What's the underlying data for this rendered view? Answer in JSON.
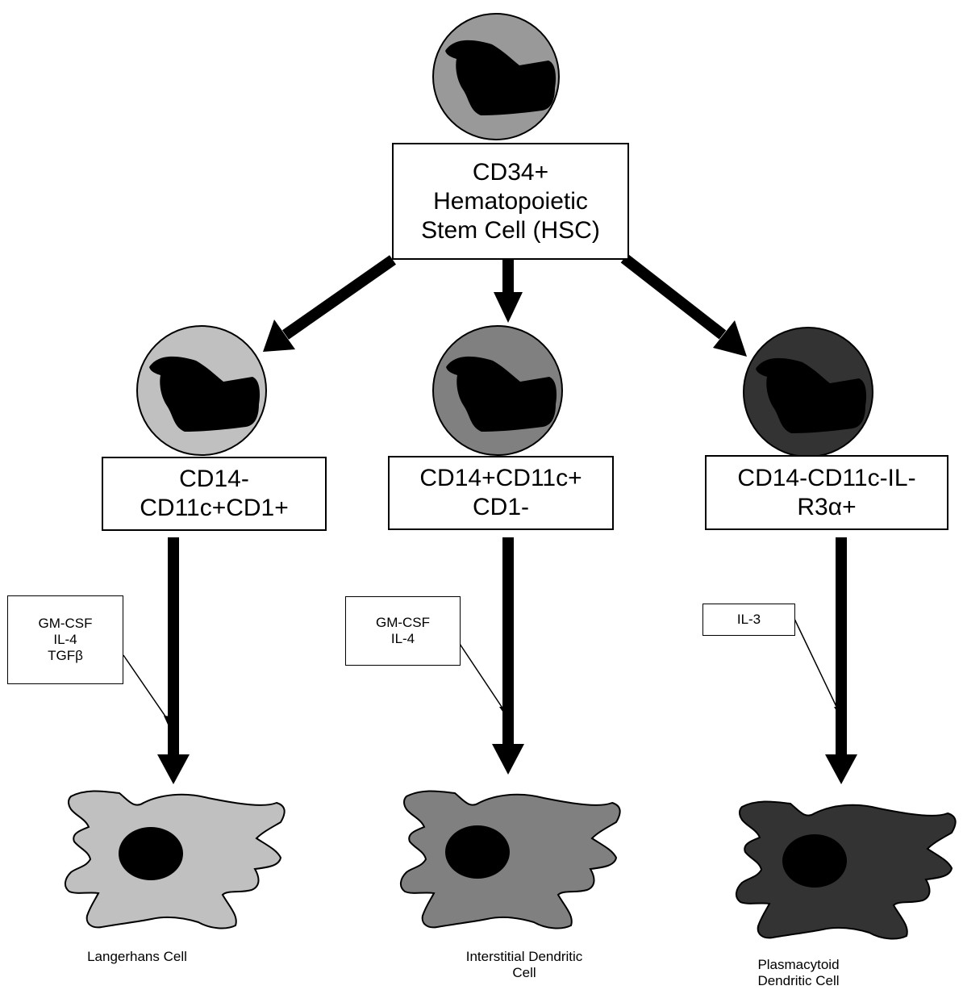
{
  "colors": {
    "stem": "#999999",
    "langerhans": "#c0c0c0",
    "interstitial": "#808080",
    "plasmacytoid": "#333333",
    "nucleus": "#000000",
    "outline": "#000000"
  },
  "stem_cell": {
    "lines": [
      "CD34+",
      "Hematopoietic",
      "Stem Cell (HSC)"
    ]
  },
  "branches": [
    {
      "id": "langerhans",
      "marker_lines": [
        "CD14-",
        "CD11c+CD1+"
      ],
      "factor_lines": [
        "GM-CSF",
        "IL-4",
        "TGFβ"
      ],
      "result_lines": [
        "Langerhans Cell"
      ]
    },
    {
      "id": "interstitial",
      "marker_lines": [
        "CD14+CD11c+",
        "CD1-"
      ],
      "factor_lines": [
        "GM-CSF",
        "IL-4"
      ],
      "result_lines": [
        "Interstitial Dendritic",
        "Cell"
      ]
    },
    {
      "id": "plasmacytoid",
      "marker_lines": [
        "CD14-CD11c-IL-",
        "R3α+"
      ],
      "factor_lines": [
        "IL-3"
      ],
      "result_lines": [
        "Plasmacytoid",
        "Dendritic Cell"
      ]
    }
  ]
}
